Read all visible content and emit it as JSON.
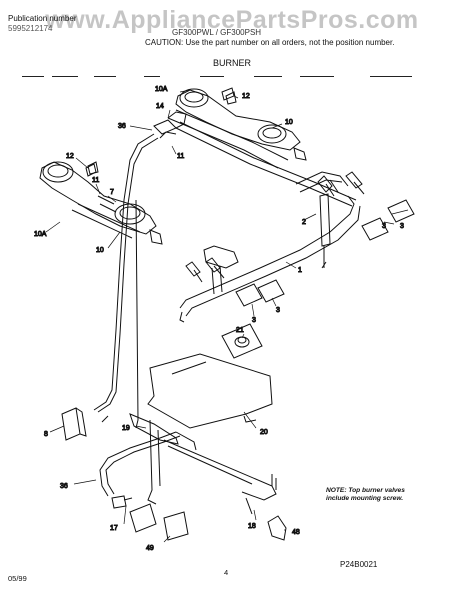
{
  "header": {
    "publication_label": "Publication number",
    "publication_code": "5995212174",
    "model_line": "GF300PWL / GF300PSH",
    "caution": "CAUTION: Use the part number on all orders, not the position number."
  },
  "watermark": "www.AppliancePartsPros.com",
  "section_title": "BURNER",
  "part_labels": [
    "10A",
    "12",
    "14",
    "36",
    "10",
    "11",
    "12",
    "11",
    "7",
    "10A",
    "10",
    "2",
    "1",
    "3",
    "3",
    "3",
    "3",
    "21",
    "8",
    "19",
    "20",
    "36",
    "17",
    "49",
    "18",
    "48"
  ],
  "note": [
    "NOTE: Top burner valves",
    "include mounting screw."
  ],
  "diagram_code": "P24B0021",
  "footer": {
    "date": "05/99",
    "page_number": "4"
  }
}
